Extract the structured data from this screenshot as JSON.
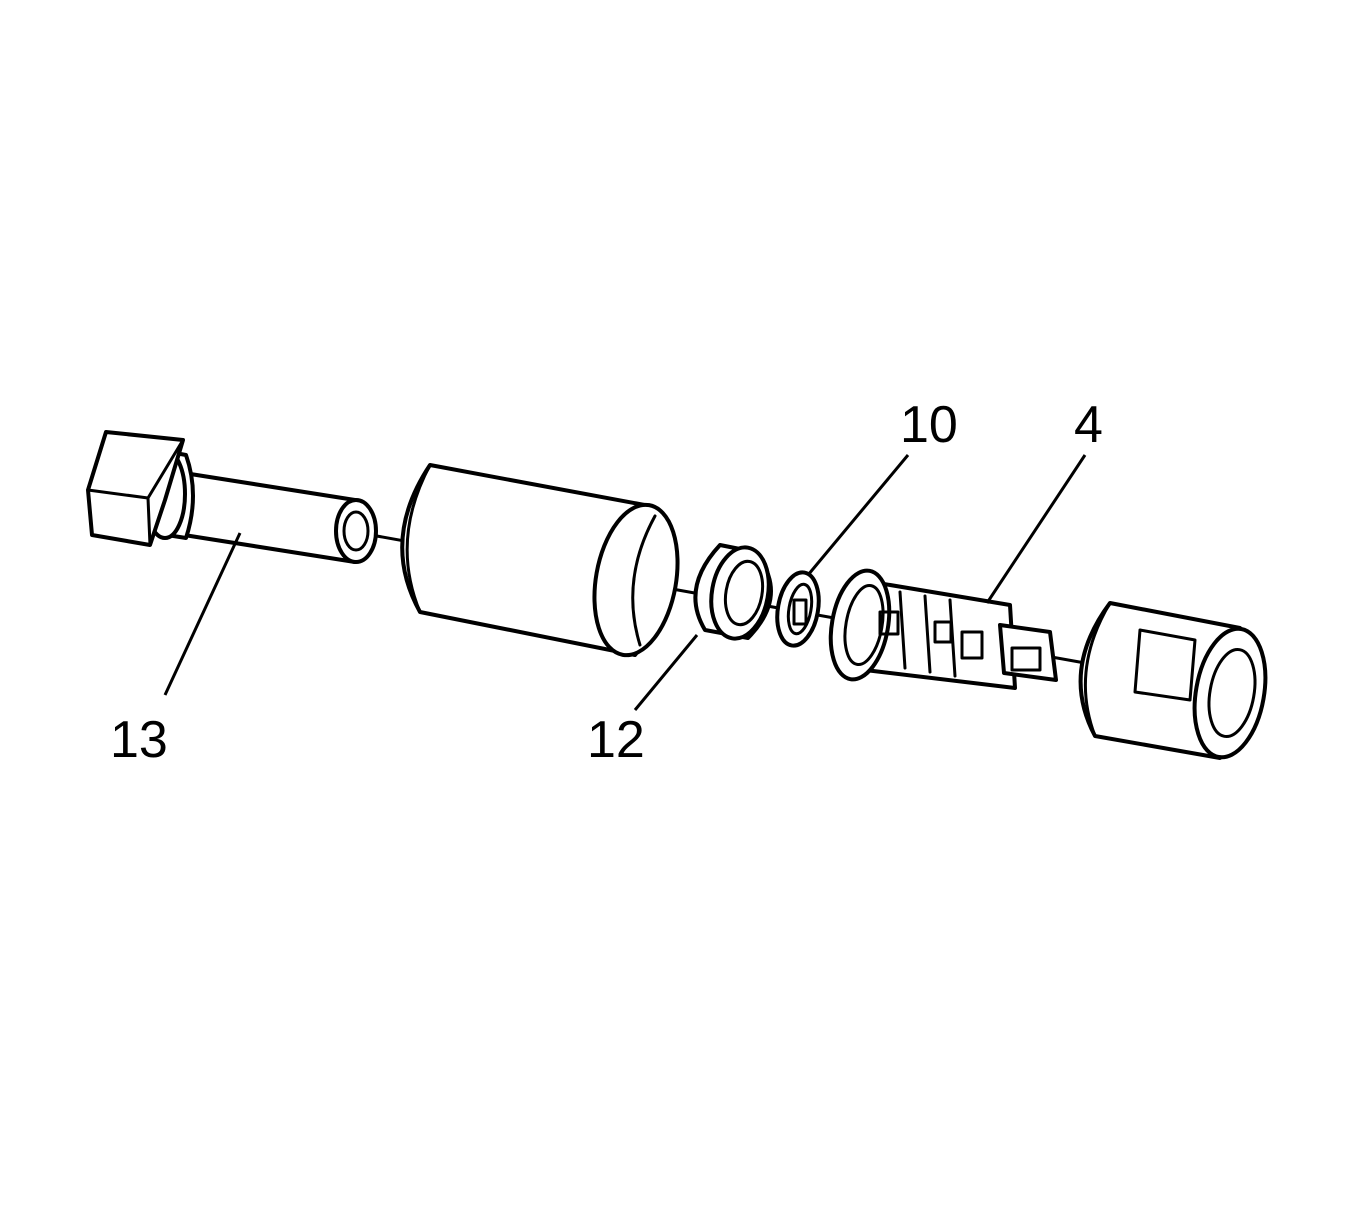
{
  "callouts": {
    "c13": "13",
    "c12": "12",
    "c10": "10",
    "c4": "4"
  }
}
